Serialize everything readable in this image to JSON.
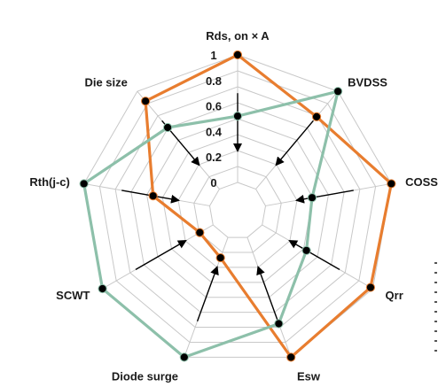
{
  "chart_data": {
    "type": "radar",
    "axes": [
      "Rds, on × A",
      "BVDSS",
      "COSS",
      "Qrr",
      "Esw",
      "Diode surge",
      "SCWT",
      "Rth(j-c)",
      "Die size"
    ],
    "radial_ticks": [
      "0",
      "0.2",
      "0.4",
      "0.6",
      "0.8",
      "1"
    ],
    "rmin": 0,
    "rmax": 1,
    "grid": true,
    "legend": "none",
    "series": [
      {
        "color": "#e87d2f",
        "values": [
          1.0,
          0.74,
          1.0,
          0.98,
          1.0,
          0.17,
          0.12,
          0.45,
          0.9
        ]
      },
      {
        "color": "#8dc0aa",
        "values": [
          0.52,
          1.0,
          0.37,
          0.4,
          0.72,
          1.0,
          1.0,
          1.0,
          0.63
        ]
      }
    ],
    "arrows_toward_center": true
  }
}
